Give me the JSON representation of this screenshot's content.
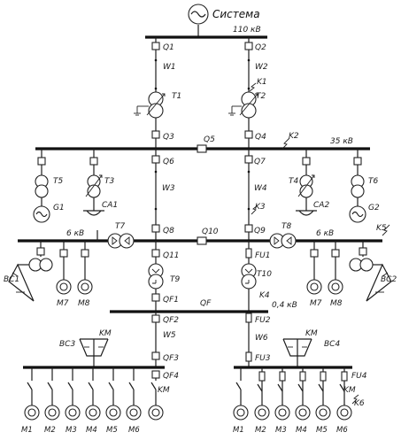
{
  "system": {
    "label": "Система",
    "bus_voltage": "110 кВ"
  },
  "hv": {
    "left": {
      "breaker": "Q1",
      "line": "W1",
      "transformer": "T1"
    },
    "right": {
      "breaker": "Q2",
      "line": "W2",
      "fault": "K1",
      "transformer": "T2"
    }
  },
  "bus35": {
    "voltage": "35 кВ",
    "fault": "K2",
    "left_in": "Q3",
    "right_in": "Q4",
    "coupler": "Q5",
    "left_out": "Q6",
    "right_out": "Q7",
    "line_left": "W3",
    "line_right": "W4",
    "fault_line": "K3",
    "t_left_outer": "T5",
    "t_left_inner": "T3",
    "t_right_inner": "T4",
    "t_right_outer": "T6",
    "gen_left": "G1",
    "gen_right": "G2",
    "arc_left": "CA1",
    "arc_right": "CA2"
  },
  "bus6": {
    "voltage_left": "6 кВ",
    "voltage_right": "6 кВ",
    "fault": "K5",
    "in_left": "Q8",
    "in_right": "Q9",
    "coupler": "Q10",
    "out_left": "Q11",
    "fuse_right": "FU1",
    "reactor_left": "T7",
    "reactor_right": "T8",
    "cap_left": "BC1",
    "cap_right": "BC2",
    "motors_left": [
      "M7",
      "M8"
    ],
    "motors_right": [
      "M7",
      "M8"
    ],
    "t_left": "T9",
    "t_right": "T10",
    "fault_t": "K4"
  },
  "bus04": {
    "voltage": "0,4 кВ",
    "left_in": "QF1",
    "right_in": "FU2",
    "coupler": "QF",
    "left_sec": "QF2",
    "right_sec": "FU2",
    "line_left": "W5",
    "line_right": "W6",
    "left_feed": "QF3",
    "right_feed": "FU3",
    "left_bottom": "QF4",
    "right_bottom": "FU4",
    "cap_left": "BC3",
    "cap_right": "BC4",
    "km_left": "KM",
    "km_right": "KM",
    "km_motor_left": "KM",
    "km_motor_right": "KM",
    "fault": "K6",
    "motors_left": [
      "M1",
      "M2",
      "M3",
      "M4",
      "M5",
      "M6"
    ],
    "motors_right": [
      "M1",
      "M2",
      "M3",
      "M4",
      "M5",
      "M6"
    ]
  }
}
